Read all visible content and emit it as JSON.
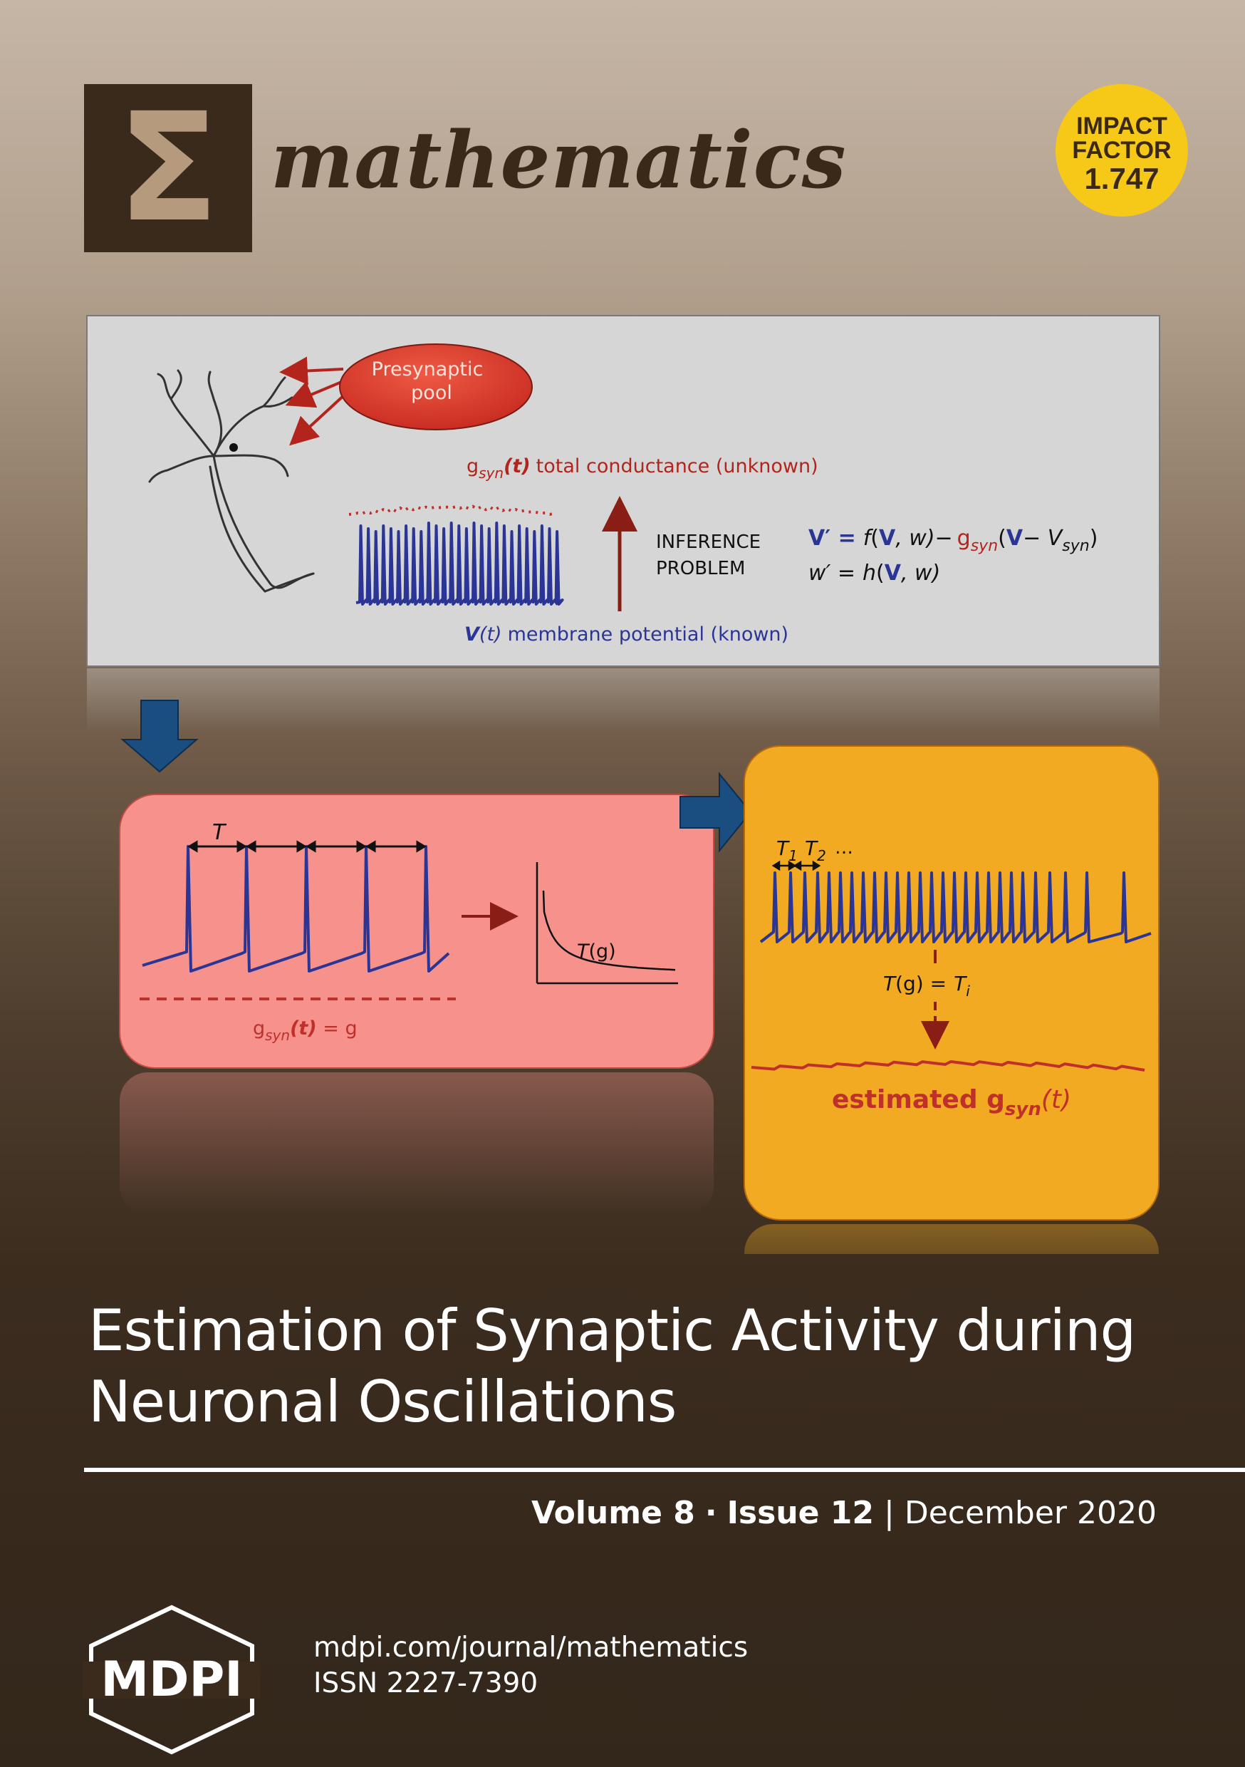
{
  "journal": {
    "logo_glyph": "Σ",
    "name": "mathematics",
    "impact_factor": {
      "line1": "IMPACT",
      "line2": "FACTOR",
      "value": "1.747"
    }
  },
  "figure": {
    "top_panel": {
      "presynaptic_label_1": "Presynaptic",
      "presynaptic_label_2": "pool",
      "gsyn_g": "g",
      "gsyn_sub": "syn",
      "gsyn_t": "(t)",
      "gsyn_text": "total conductance  (unknown)",
      "vt_v": "V",
      "vt_t": "(t)",
      "vt_text": "membrane potential (known)",
      "inference_line1": "INFERENCE",
      "inference_line2": "PROBLEM",
      "eq1_lhs": "V′ =",
      "eq1_f": "f",
      "eq1_args_open": "(",
      "eq1_V": "V",
      "eq1_comma_w": ", w)−",
      "eq1_g": "g",
      "eq1_gsub": "syn",
      "eq1_paren": "(",
      "eq1_V2": "V",
      "eq1_minus": "− V",
      "eq1_vsub": "syn",
      "eq1_close": ")",
      "eq2_lhs": "w′ =",
      "eq2_h": "h",
      "eq2_open": "(",
      "eq2_V": "V",
      "eq2_rest": ", w)"
    },
    "left_panel": {
      "period_label": "T",
      "curve_label_T": "T",
      "curve_label_g": "(g)",
      "gsyn_g": "g",
      "gsyn_sub": "syn",
      "gsyn_t": "(t)",
      "gsyn_eq": " = g"
    },
    "right_panel": {
      "t1": "T",
      "t1_sub": "1",
      "t2": "T",
      "t2_sub": "2",
      "ellipsis": "…",
      "relation_T": "T",
      "relation_g": "(g) =",
      "relation_Ti": "T",
      "relation_i": "i",
      "estimated_text": "estimated g",
      "estimated_sub": "syn",
      "estimated_t": "(t)"
    },
    "colors": {
      "panel_bg": "#d6d6d6",
      "pink_panel": "#f6918c",
      "orange_panel": "#f2aa22",
      "red_ellipse": "#d9382a",
      "spike_blue": "#2a3596",
      "conductance_red": "#c0302b",
      "arrow_blue": "#1b4e80"
    }
  },
  "article": {
    "title_line1": "Estimation of Synaptic Activity during",
    "title_line2": "Neuronal Oscillations"
  },
  "issue": {
    "volume": "Volume 8",
    "separator": "·",
    "issue_no": "Issue 12",
    "pipe": "|",
    "date": "December 2020"
  },
  "publisher": {
    "logo_text": "MDPI",
    "url": "mdpi.com/journal/mathematics",
    "issn": "ISSN 2227-7390"
  }
}
